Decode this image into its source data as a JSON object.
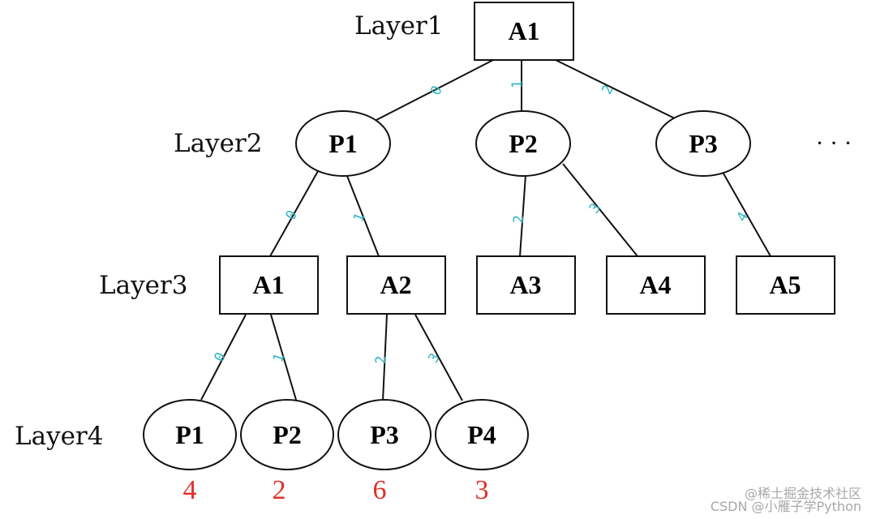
{
  "layers": [
    "Layer1",
    "Layer2",
    "Layer3",
    "Layer4"
  ],
  "nodes": {
    "l1_a1": "A1",
    "l2_p1": "P1",
    "l2_p2": "P2",
    "l2_p3": "P3",
    "l2_more": "· · ·",
    "l3_a1": "A1",
    "l3_a2": "A2",
    "l3_a3": "A3",
    "l3_a4": "A4",
    "l3_a5": "A5",
    "l4_p1": "P1",
    "l4_p2": "P2",
    "l4_p3": "P3",
    "l4_p4": "P4"
  },
  "edge_labels": {
    "a1_p1": "0",
    "a1_p2": "1",
    "a1_p3": "2",
    "p1_a1": "0",
    "p1_a2": "1",
    "p2_a3": "2",
    "p2_a4": "3",
    "p3_a5": "4",
    "a1_p1b": "0",
    "a1_p2b": "1",
    "a2_p3": "2",
    "a2_p4": "3"
  },
  "scores": [
    "4",
    "2",
    "6",
    "3"
  ],
  "watermark": {
    "line1": "@稀土掘金技术社区",
    "line2": "CSDN @小雁子学Python"
  },
  "colors": {
    "edge_label": "#2db5c3",
    "score": "#e0302a",
    "stroke": "#111111"
  }
}
